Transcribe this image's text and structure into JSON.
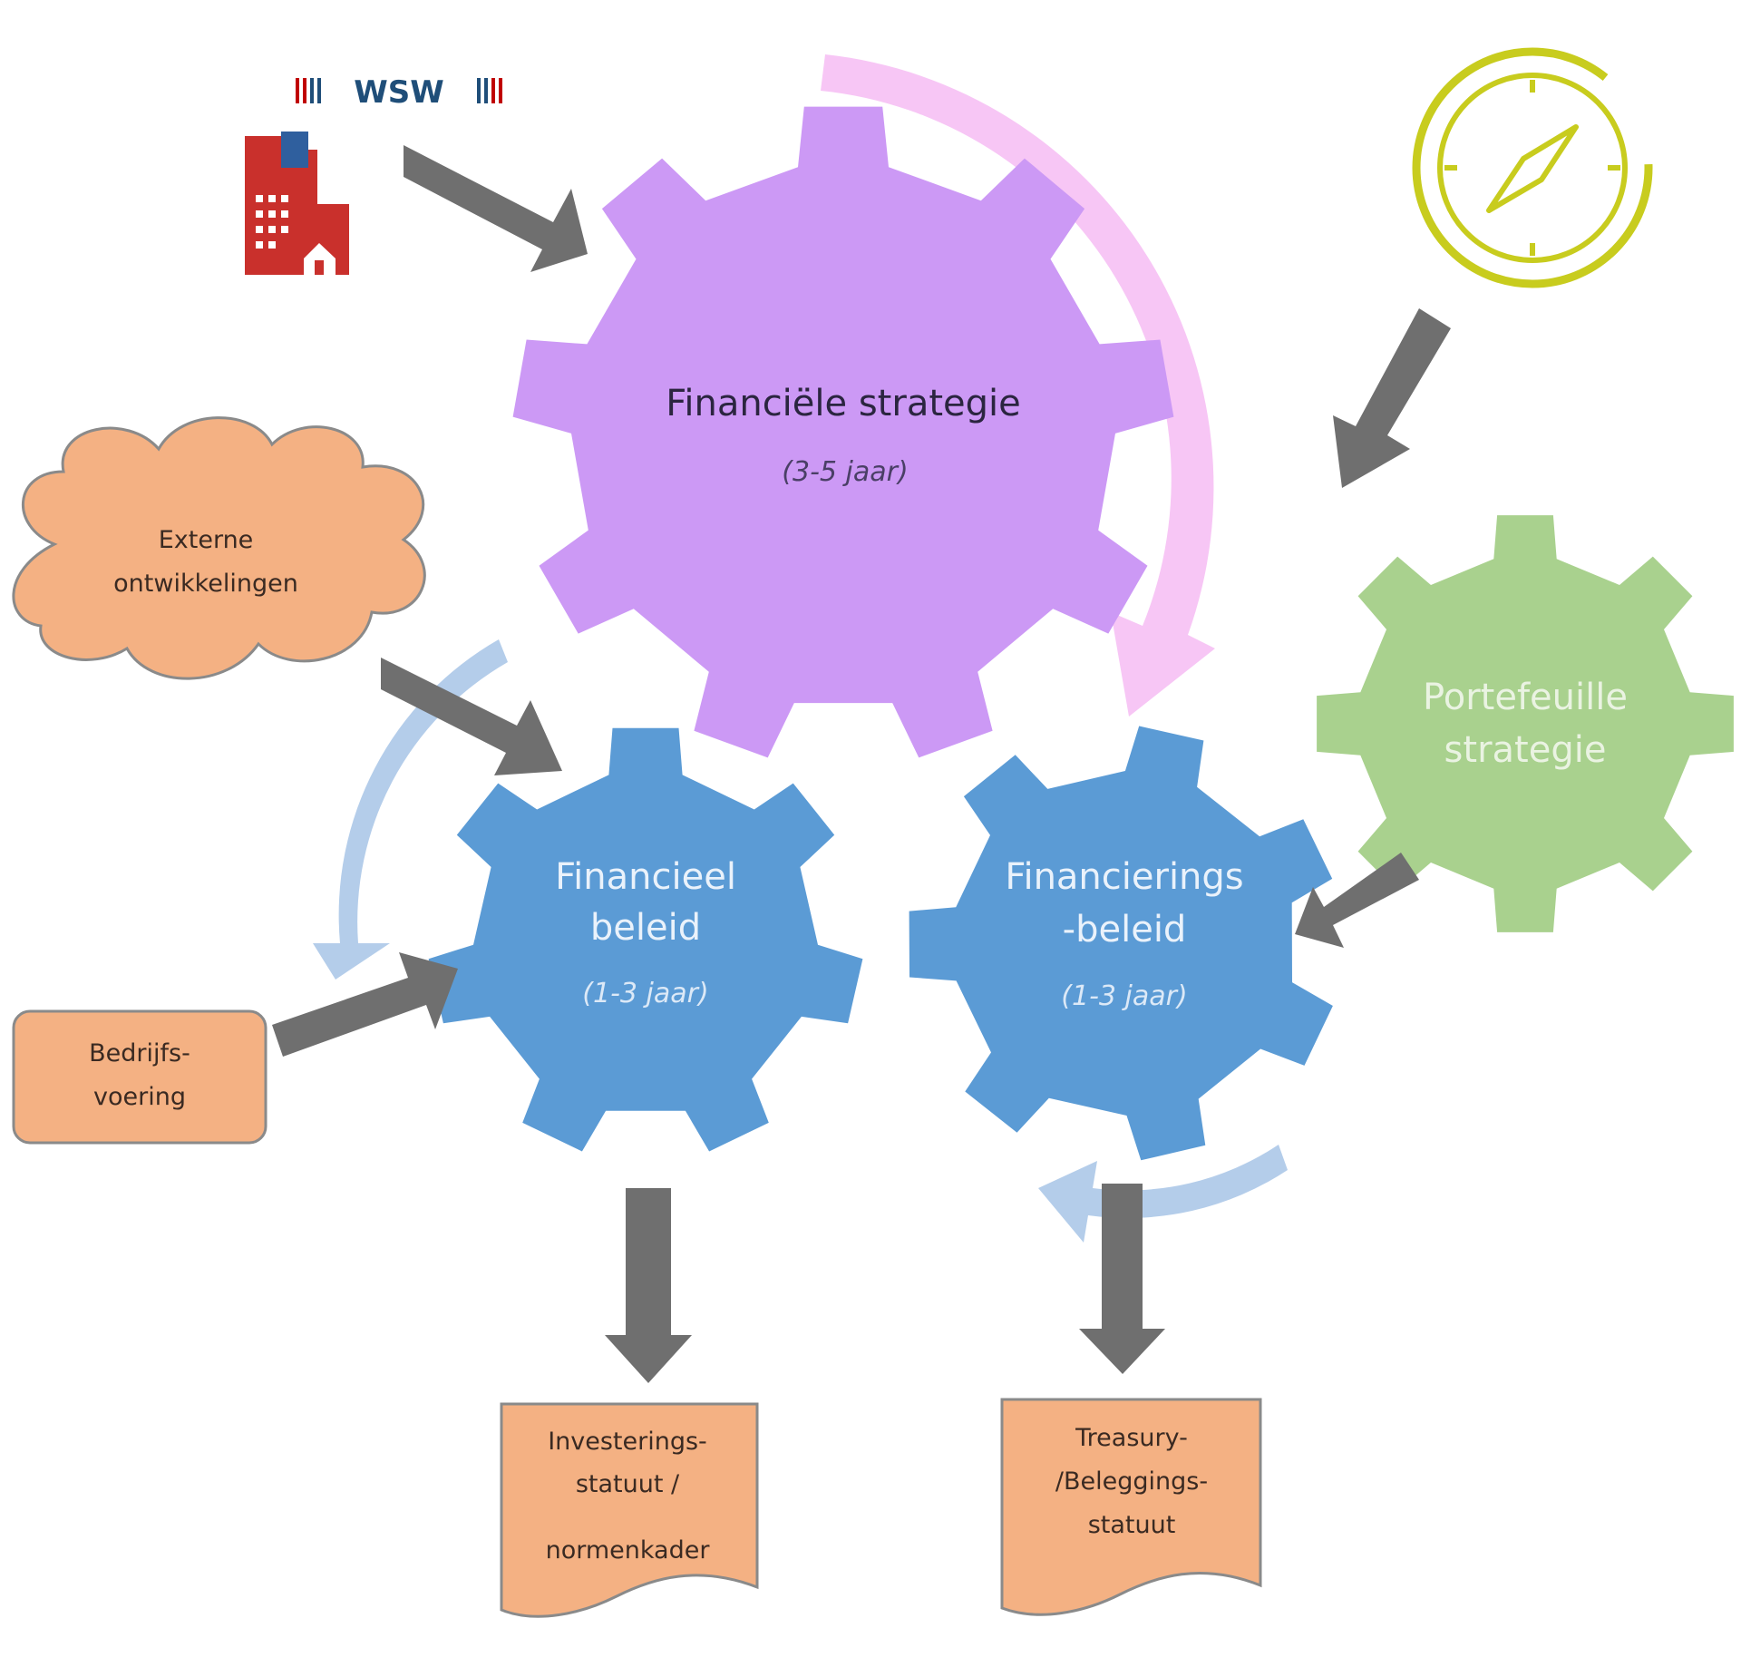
{
  "gears": {
    "financial_strategy": {
      "title": "Financiële strategie",
      "period": "(3-5 jaar)",
      "color": "#cc99f5",
      "text_color": "#2b2540"
    },
    "financial_policy": {
      "title_line1": "Financieel",
      "title_line2": "beleid",
      "period": "(1-3 jaar)",
      "color": "#5b9bd5",
      "text_color": "#eaf2fb"
    },
    "financing_policy": {
      "title_line1": "Financierings",
      "title_line2": "-beleid",
      "period": "(1-3 jaar)",
      "color": "#5b9bd5",
      "text_color": "#eaf2fb"
    },
    "portfolio_strategy": {
      "title_line1": "Portefeuille",
      "title_line2": "strategie",
      "color": "#a9d18e",
      "text_color": "#eaf3e2"
    }
  },
  "inputs": {
    "external": {
      "line1": "Externe",
      "line2": "ontwikkelingen",
      "color": "#f4b183"
    },
    "operations": {
      "line1": "Bedrijfs-",
      "line2": "voering",
      "color": "#f4b183"
    }
  },
  "outputs": {
    "investment": {
      "line1": "Investerings-",
      "line2": "statuut /",
      "line3": "normenkader",
      "color": "#f4b183"
    },
    "treasury": {
      "line1": "Treasury-",
      "line2": "/Beleggings-",
      "line3": "statuut",
      "color": "#f4b183"
    }
  },
  "icons": {
    "wsw_logo": {
      "name": "wsw-logo",
      "text": "WSW",
      "color": "#1f4e79",
      "accent": "#c00000"
    },
    "government_building": {
      "name": "government-building-icon",
      "color": "#c9302c"
    },
    "compass": {
      "name": "compass-icon",
      "color": "#c8cc1e"
    }
  },
  "colors": {
    "arrow": "#6f6f6f",
    "cycle_pink": "#f7c6f5",
    "cycle_blue": "#b4cdea",
    "outline": "#8a8a8a"
  }
}
